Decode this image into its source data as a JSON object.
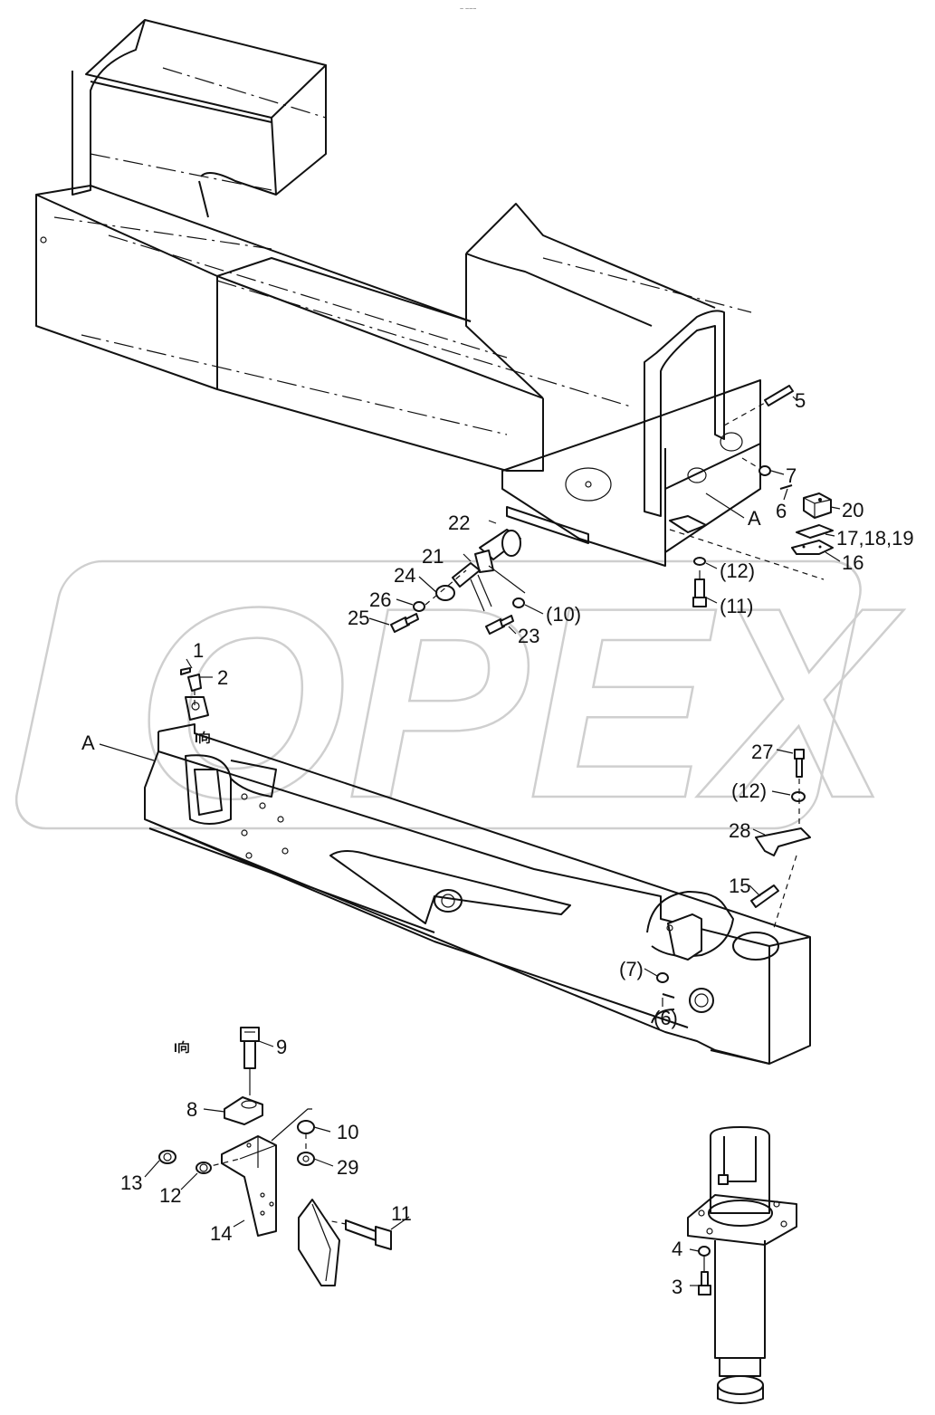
{
  "header_mark": "~ ~~~",
  "watermark": {
    "text": "OPEX"
  },
  "section_mark": "A",
  "view_label": "I向",
  "callouts_main": [
    {
      "id": "c5",
      "text": "5"
    },
    {
      "id": "c7",
      "text": "7"
    },
    {
      "id": "c6",
      "text": "6"
    },
    {
      "id": "c20",
      "text": "20"
    },
    {
      "id": "cA1",
      "text": "A"
    },
    {
      "id": "c17",
      "text": "17,18,19"
    },
    {
      "id": "c16",
      "text": "16"
    },
    {
      "id": "c22",
      "text": "22"
    },
    {
      "id": "c21",
      "text": "21"
    },
    {
      "id": "c12a",
      "text": "(12)"
    },
    {
      "id": "c24",
      "text": "24"
    },
    {
      "id": "c11a",
      "text": "(11)"
    },
    {
      "id": "c26",
      "text": "26"
    },
    {
      "id": "c10a",
      "text": "(10)"
    },
    {
      "id": "c25",
      "text": "25"
    },
    {
      "id": "c23",
      "text": "23"
    }
  ],
  "callouts_lower": [
    {
      "id": "c1",
      "text": "1"
    },
    {
      "id": "c2",
      "text": "2"
    },
    {
      "id": "cA2",
      "text": "A"
    },
    {
      "id": "c27",
      "text": "27"
    },
    {
      "id": "c12b",
      "text": "(12)"
    },
    {
      "id": "c28",
      "text": "28"
    },
    {
      "id": "c15",
      "text": "15"
    },
    {
      "id": "c7b",
      "text": "(7)"
    },
    {
      "id": "c6b",
      "text": "(6)"
    }
  ],
  "callouts_detail": [
    {
      "id": "c9",
      "text": "9"
    },
    {
      "id": "c8",
      "text": "8"
    },
    {
      "id": "c10",
      "text": "10"
    },
    {
      "id": "c29",
      "text": "29"
    },
    {
      "id": "c13",
      "text": "13"
    },
    {
      "id": "c12",
      "text": "12"
    },
    {
      "id": "c11",
      "text": "11"
    },
    {
      "id": "c14",
      "text": "14"
    },
    {
      "id": "c4",
      "text": "4"
    },
    {
      "id": "c3",
      "text": "3"
    }
  ]
}
